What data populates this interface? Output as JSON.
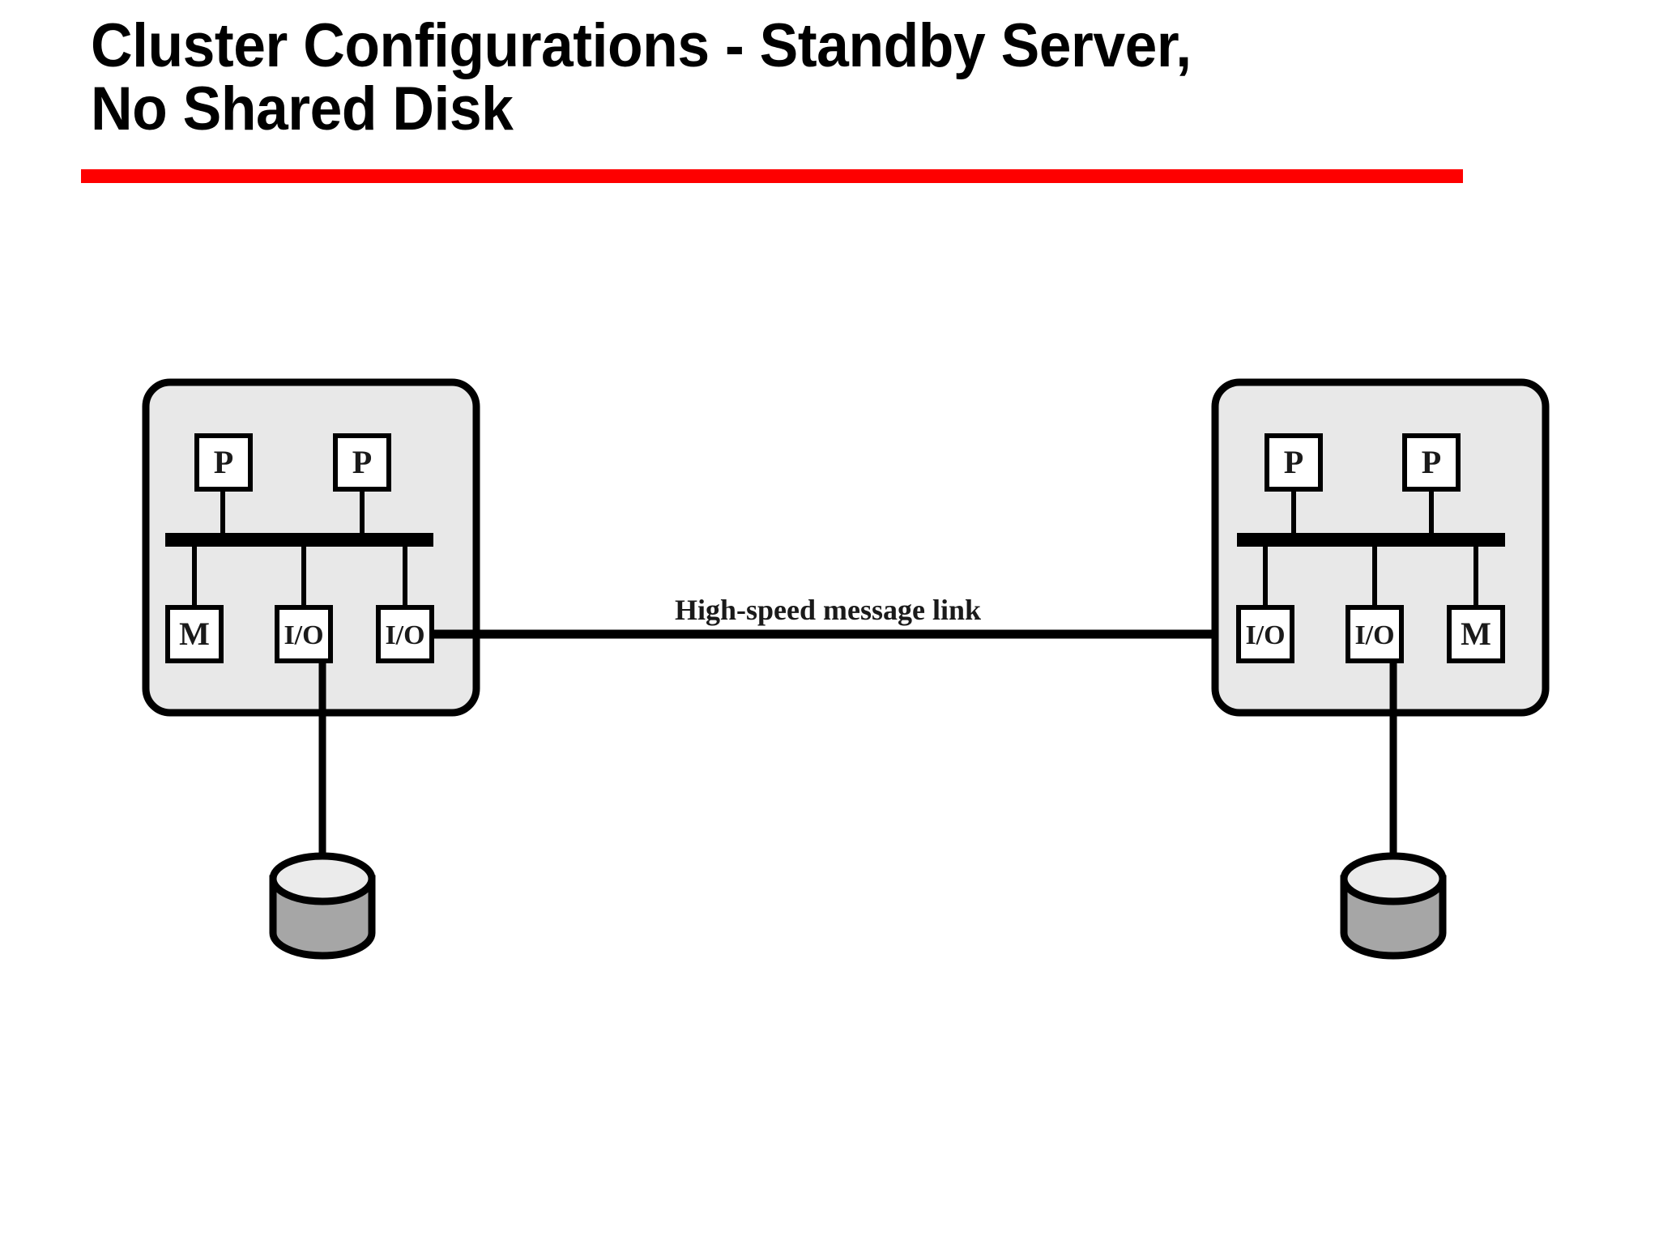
{
  "slide": {
    "title": "Cluster Configurations - Standby Server,\nNo Shared Disk",
    "accent_color": "#fe0000",
    "background_color": "#ffffff"
  },
  "diagram": {
    "type": "block-diagram",
    "node_fill": "#ffffff",
    "node_stroke": "#000000",
    "cluster_fill": "#e8e8e8",
    "cluster_stroke": "#000000",
    "disk_top_color": "#ebebeb",
    "disk_body_color": "#a6a6a6",
    "link": {
      "label": "High-speed message link"
    },
    "clusters": [
      {
        "id": "left-node",
        "processors": [
          {
            "label": "P"
          },
          {
            "label": "P"
          }
        ],
        "peripherals": [
          {
            "label": "M"
          },
          {
            "label": "I/O"
          },
          {
            "label": "I/O"
          }
        ],
        "has_local_disk": true
      },
      {
        "id": "right-node",
        "processors": [
          {
            "label": "P"
          },
          {
            "label": "P"
          }
        ],
        "peripherals": [
          {
            "label": "I/O"
          },
          {
            "label": "I/O"
          },
          {
            "label": "M"
          }
        ],
        "has_local_disk": true
      }
    ]
  }
}
